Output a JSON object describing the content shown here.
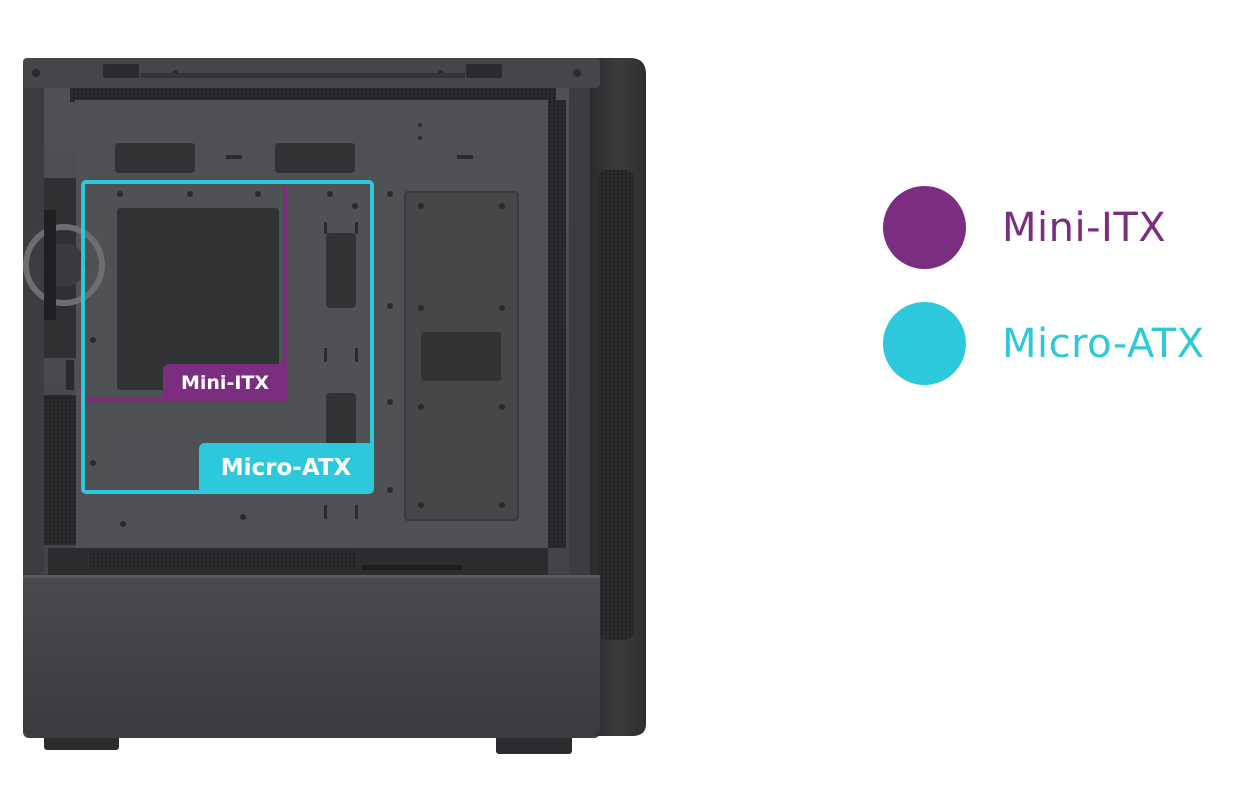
{
  "colors": {
    "mini_itx": "#7b2d80",
    "micro_atx": "#2ec8dc",
    "case_body": "#3f4043",
    "case_interior": "#4a4b4e",
    "background": "#ffffff"
  },
  "overlay": {
    "mini_itx_tag": "Mini-ITX",
    "micro_atx_tag": "Micro-ATX"
  },
  "legend": {
    "items": [
      {
        "label": "Mini-ITX",
        "color": "#7b2d80"
      },
      {
        "label": "Micro-ATX",
        "color": "#2ec8dc"
      }
    ]
  }
}
